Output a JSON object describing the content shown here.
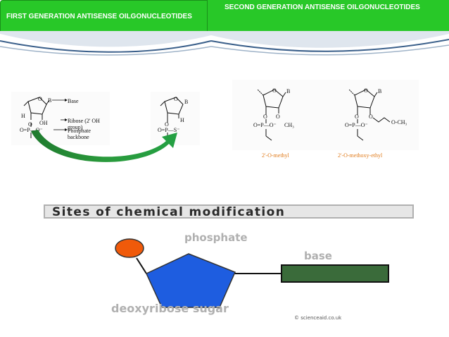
{
  "headers": {
    "first_gen": "FIRST GENERATION ANTISENSE OILGONUCLEOTIDES",
    "second_gen": "SECOND GENERATION ANTISENSE OILGONUCLEOTIDES"
  },
  "first_gen_structure": {
    "legend": {
      "base": "Base",
      "ribose": "Ribose (2' OH group)",
      "phosphate": "Phosphate backbone"
    },
    "atoms": {
      "B": "B",
      "O": "O",
      "H": "H",
      "OH": "OH",
      "P_oxo": "O=P—O⁻",
      "P_thio": "O=P—S⁻"
    }
  },
  "second_gen_structures": {
    "methyl_label": "2'-O-methyl",
    "methoxyethyl_label": "2'-O-methoxy-ethyl",
    "ch3": "CH₃",
    "och3": "O-CH₃"
  },
  "modification_diagram": {
    "title": "Sites of chemical modification",
    "phosphate": "phosphate",
    "base": "base",
    "sugar": "deoxyribose sugar",
    "credit": "© scienceaid.co.uk"
  },
  "colors": {
    "header_green": "#28c828",
    "phosphate_orange": "#f05a0a",
    "sugar_blue": "#1e5de0",
    "base_green": "#3a6b3a",
    "label_gray": "#b0b0b0"
  }
}
